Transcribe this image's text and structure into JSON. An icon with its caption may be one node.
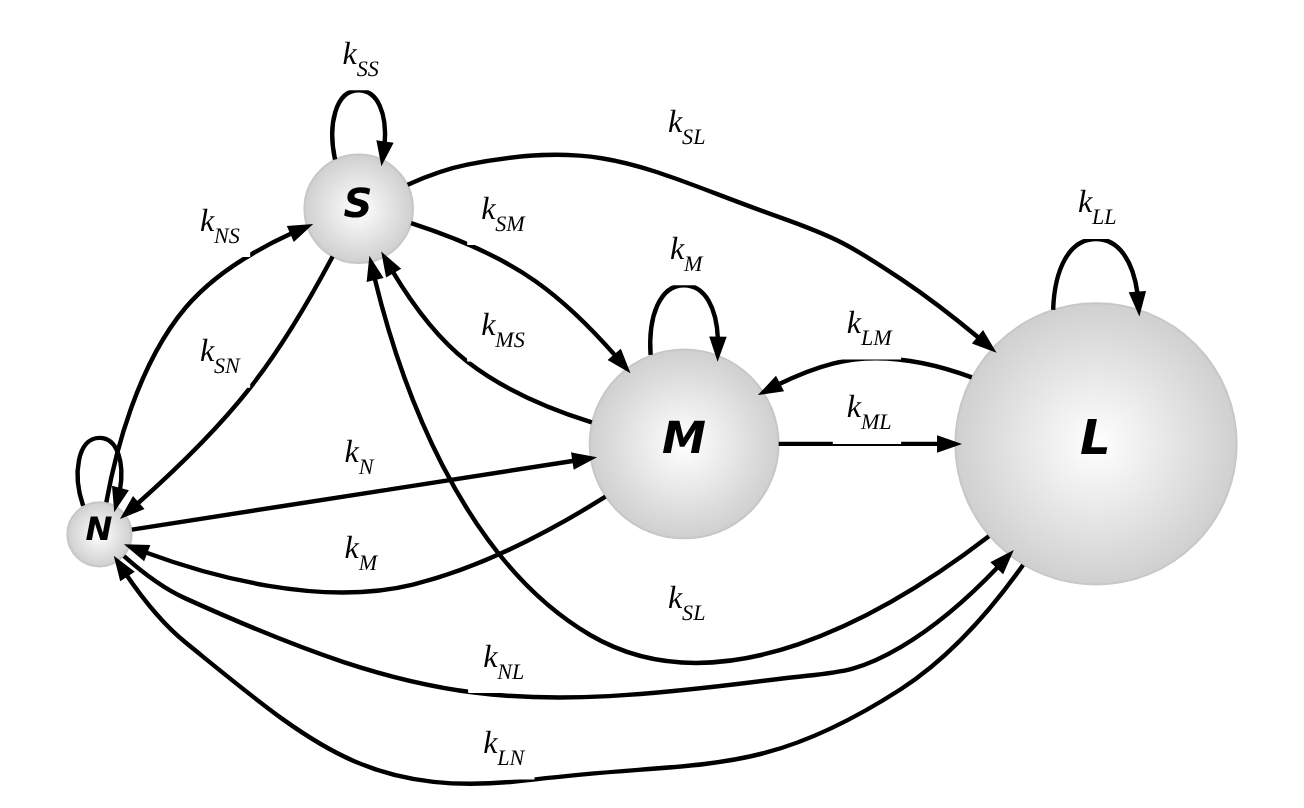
{
  "diagram": {
    "nodes": [
      {
        "text": [
          "N"
        ]
      },
      {
        "text": [
          "S"
        ]
      },
      {
        "text": [
          "M"
        ]
      },
      {
        "text": [
          "L"
        ]
      }
    ],
    "edges": [
      {
        "from": 0,
        "to": 0,
        "arrow": "to"
      },
      {
        "from": 0,
        "to": 1,
        "arrow": "to",
        "label": "k$_{NS}$"
      },
      {
        "from": 1,
        "to": 0,
        "arrow": "to",
        "label": "k$_{SN}$"
      },
      {
        "from": 1,
        "to": 1,
        "arrow": "to",
        "label": "k$_{SS}$"
      },
      {
        "from": 1,
        "to": 2,
        "arrow": "to",
        "label": "k$_{SM}$"
      },
      {
        "from": 2,
        "to": 1,
        "arrow": "to",
        "label": "k$_{MS}$"
      },
      {
        "from": 2,
        "to": 3,
        "arrow": "to",
        "label": "k$_{ML}$"
      },
      {
        "from": 3,
        "to": 2,
        "arrow": "to",
        "label": "k$_{LM}$"
      },
      {
        "from": 1,
        "to": 3,
        "arrow": "to",
        "label": "k$_{SL}$"
      },
      {
        "from": 3,
        "to": 1,
        "arrow": "to",
        "label": "k$_{SL}$"
      },
      {
        "from": 2,
        "to": 2,
        "arrow": "to",
        "label": "k$_{M}$"
      },
      {
        "from": 3,
        "to": 3,
        "arrow": "to",
        "label": "k$_{LL}$"
      },
      {
        "from": 0,
        "to": 2,
        "arrow": "to",
        "label": "k$_{N}$"
      },
      {
        "from": 2,
        "to": 0,
        "arrow": "to",
        "label": "k$_{M}$"
      },
      {
        "from": 0,
        "to": 3,
        "arrow": "to",
        "label": "k$_{NL}$"
      },
      {
        "from": 3,
        "to": 0,
        "arrow": "to",
        "label": "k$_{LN}$"
      }
    ]
  }
}
